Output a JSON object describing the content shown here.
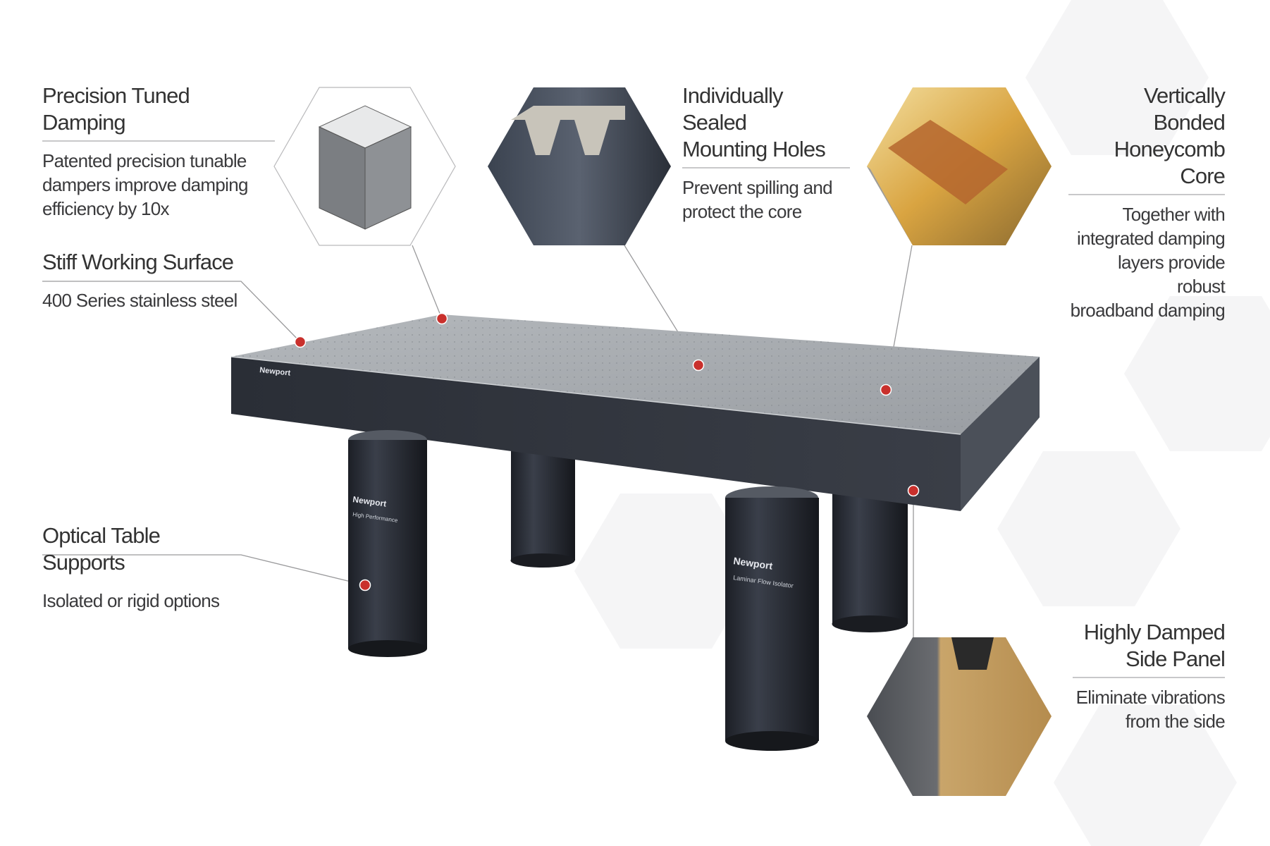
{
  "features": [
    {
      "title": "Precision Tuned Damping",
      "body": [
        "Patented precision tunable",
        "dampers improve damping",
        "efficiency by 10x"
      ]
    },
    {
      "title": "Stiff Working Surface",
      "body": [
        "400 Series stainless steel"
      ]
    },
    {
      "title": "Optical Table Supports",
      "body": [
        "Isolated or rigid options"
      ]
    },
    {
      "title": [
        "Individually Sealed",
        "Mounting Holes"
      ],
      "body": [
        "Prevent spilling and",
        "protect the core"
      ]
    },
    {
      "title": [
        "Vertically Bonded",
        "Honeycomb Core"
      ],
      "body": [
        "Together with",
        "integrated damping",
        "layers provide robust",
        "broadband damping"
      ]
    },
    {
      "title": [
        "Highly Damped",
        "Side Panel"
      ],
      "body": [
        "Eliminate vibrations",
        "from the side"
      ]
    }
  ],
  "product_labels": {
    "brand": "Newport",
    "isolator_line1": "High Performance",
    "isolator_line2": "Laminar Flow Isolator"
  },
  "colors": {
    "callout_dot": "#c9302c",
    "table_panel": "#2c3038",
    "table_surface": "#a9adb1",
    "honeycomb": "#d9a441",
    "text": "#333333"
  }
}
